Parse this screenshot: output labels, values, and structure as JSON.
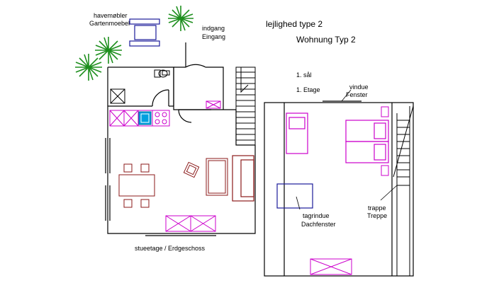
{
  "titles": {
    "line1": "lejlighed type 2",
    "line2": "Wohnung Typ 2"
  },
  "labels": {
    "garden_da": "havemøbler",
    "garden_de": "Gartenmoebel",
    "entrance_da": "indgang",
    "entrance_de": "Eingang",
    "ground_floor": "stueetage / Erdgeschoss",
    "first_floor_da": "1. sål",
    "first_floor_de": "1. Etage",
    "window_da": "vindue",
    "window_de": "Fenster",
    "roof_window_da": "tagrindue",
    "roof_window_de": "Dachfenster",
    "stairs_da": "trappe",
    "stairs_de": "Treppe"
  },
  "colors": {
    "wall": "#000000",
    "furniture": "#cc00cc",
    "sofa": "#8b1a1a",
    "garden": "#1a1a99",
    "sink": "#00a0e0",
    "plant": "#22aa22"
  }
}
